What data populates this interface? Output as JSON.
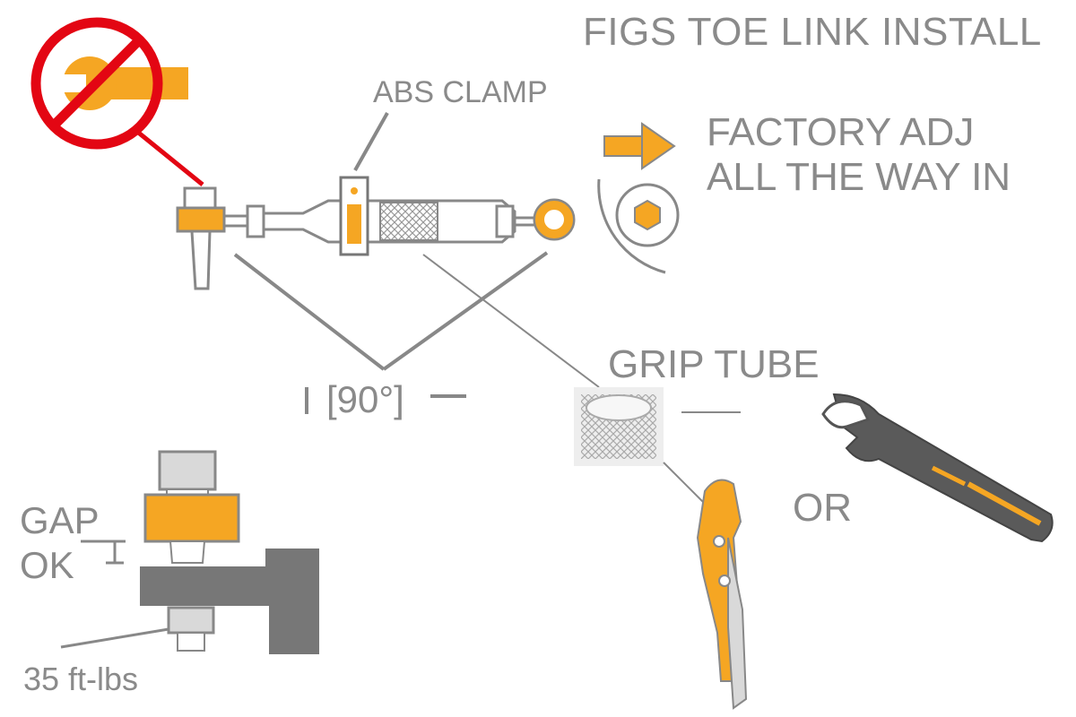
{
  "title": "FIGS TOE LINK INSTALL",
  "abs_clamp_label": "ABS CLAMP",
  "factory_adj": {
    "line1": "FACTORY ADJ",
    "line2": "ALL THE WAY IN"
  },
  "angle_label": "[90°]",
  "grip_tube_label": "GRIP TUBE",
  "or_label": "OR",
  "gap_label": {
    "line1": "GAP",
    "line2": "OK"
  },
  "torque_label": "35 ft-lbs",
  "colors": {
    "accent": "#F5A623",
    "gray": "#8a8a8a",
    "dark_gray": "#777777",
    "prohibit_red": "#E30613"
  }
}
